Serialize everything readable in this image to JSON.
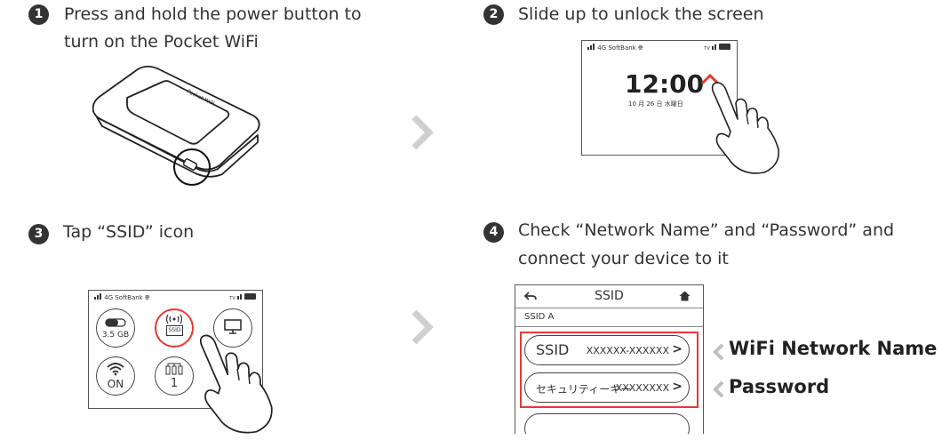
{
  "steps": [
    {
      "num": "1",
      "line1": "Press and hold the power button to",
      "line2": "turn on the Pocket WiFi"
    },
    {
      "num": "2",
      "line1": "Slide up to unlock the screen"
    },
    {
      "num": "3",
      "line1": "Tap “SSID” icon"
    },
    {
      "num": "4",
      "line1": "Check “Network Name” and “Password” and",
      "line2": "connect your device to it"
    }
  ],
  "status_bar": {
    "carrier": "4G SoftBank",
    "tv": "TV"
  },
  "lock_screen": {
    "time": "12:00",
    "date": "10 月 26 日 水曜日"
  },
  "home_screen": {
    "data_usage": "3.5 GB",
    "ssid_icon_label": "SSID",
    "wifi_label": "ON",
    "device_count": "1"
  },
  "ssid_screen": {
    "back_icon": "back-arrow-icon",
    "title": "SSID",
    "home_icon": "home-icon",
    "subheader": "SSID A",
    "row1_label": "SSID",
    "row1_value": "XXXXXX-XXXXXX",
    "row2_label": "セキュリティーキー",
    "row2_value": "XXXXXXXX",
    "arrow": ">"
  },
  "callouts": {
    "network_name": "WiFi Network Name",
    "password": "Password"
  },
  "colors": {
    "accent_red": "#e53935",
    "text": "#333333",
    "chevron": "#cfcfcf"
  }
}
